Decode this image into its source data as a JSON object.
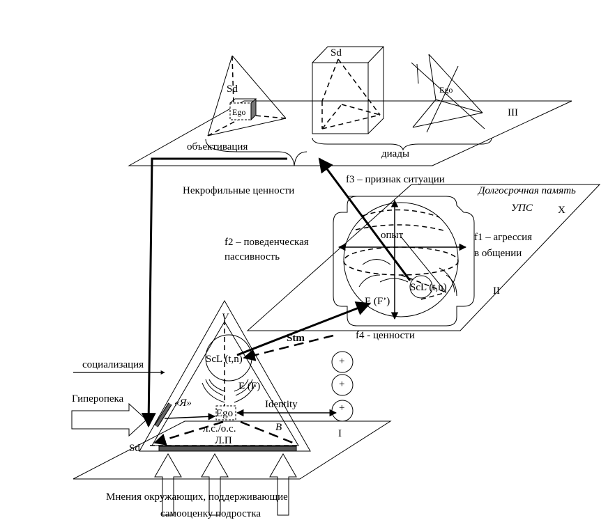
{
  "labels": {
    "plane_III": "III",
    "plane_II": "II",
    "plane_I": "I",
    "label_X": "X",
    "sd_top": "Sd",
    "ego_top": "Ego",
    "sd_box": "Sd",
    "ego_right": "Ego",
    "objectivation": "объективация",
    "dyads": "диады",
    "f3": "f3 – признак ситуации",
    "necrophilic": "Некрофильные ценности",
    "long_memory": "Долгосрочная память",
    "ups": "УПС",
    "f2_line1": "f2 – поведенческая",
    "f2_line2": "пассивность",
    "f1_line1": "f1 – агрессия",
    "f1_line2": "в общении",
    "experience": "опыт",
    "scl_upper": "ScL (t,n)",
    "e_f_prime": "E (F’)",
    "f4": "f4 - ценности",
    "stm": "Stm",
    "v_label": "V",
    "scl_lower": "ScL (t,n)",
    "e_f": "E (F)",
    "socialization": "социализация",
    "hyperprotection": "Гиперопека",
    "ya": "«Я»",
    "identity": "Identity",
    "ego_lower": "Ego",
    "ls_os": "л.с./о.с.",
    "lp": "Л.П",
    "b_label": "B",
    "sd_lower": "Sd",
    "plus": "+",
    "opinions_line1": "Мнения окружающих, поддерживающие",
    "opinions_line2": "самооценку подростка"
  }
}
